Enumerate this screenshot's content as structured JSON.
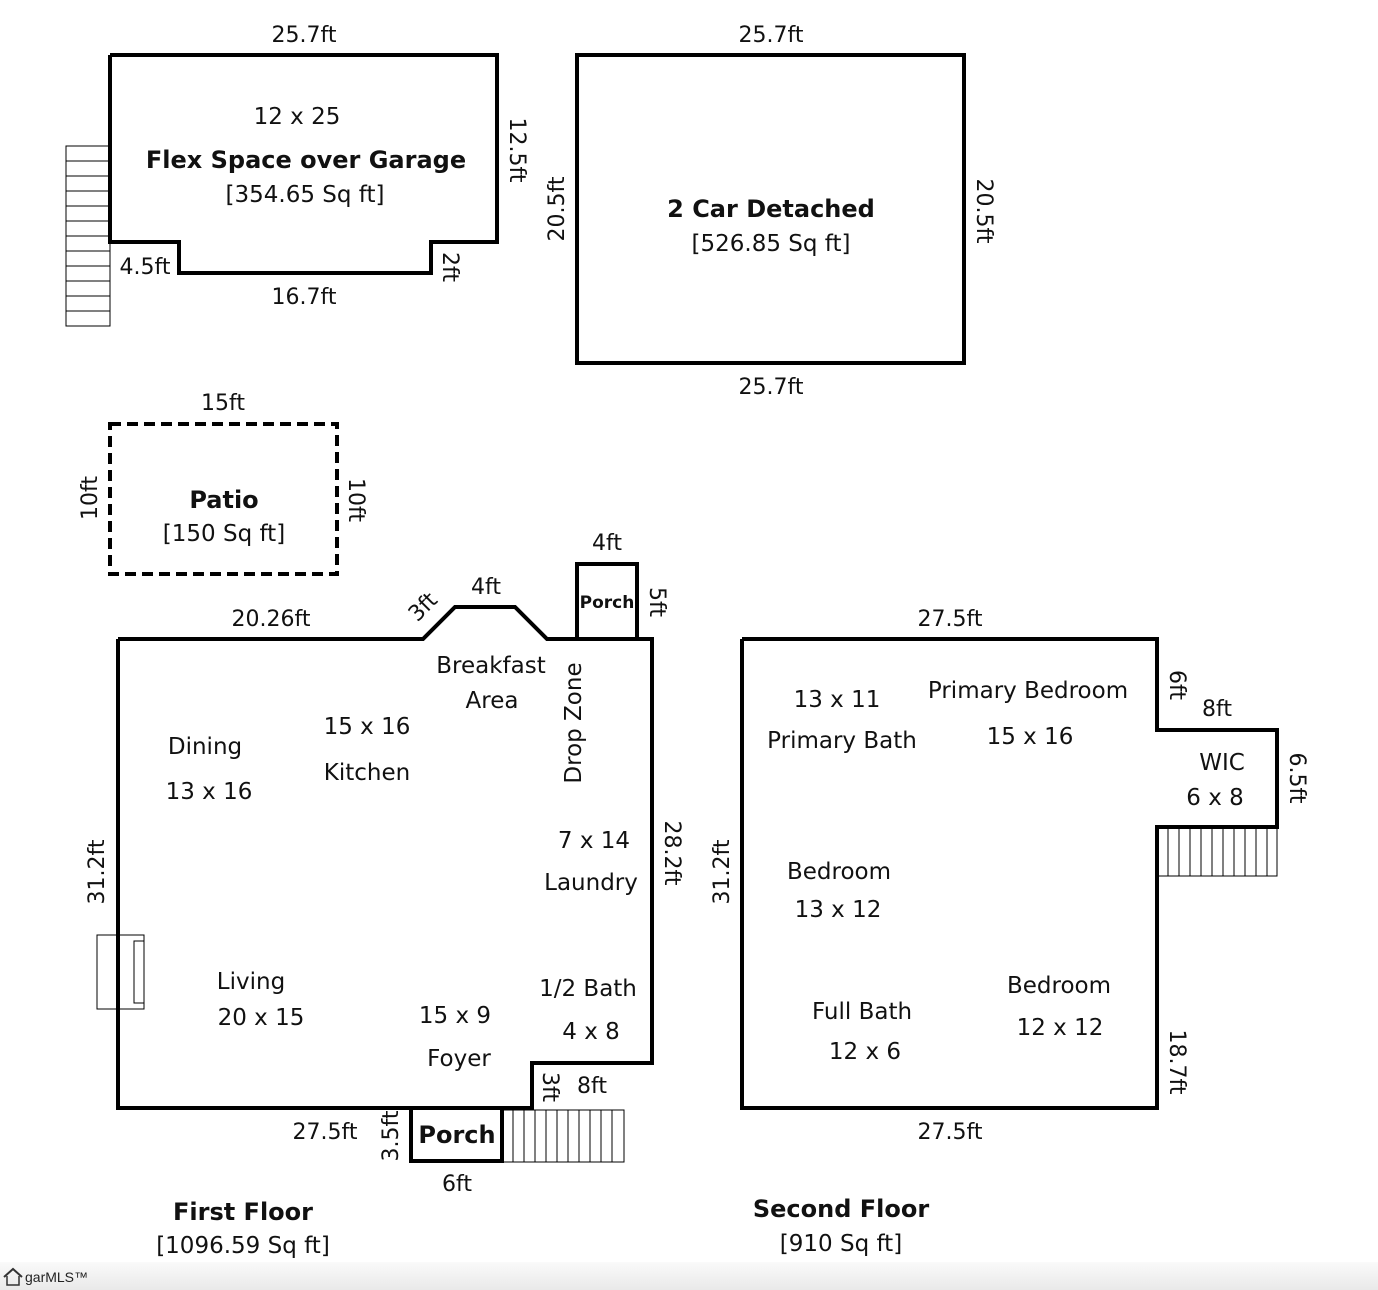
{
  "flex": {
    "top": "25.7ft",
    "right": "12.5ft",
    "notch_left": "4.5ft",
    "notch_bottom": "16.7ft",
    "notch_right": "2ft",
    "size": "12 x 25",
    "name": "Flex Space over Garage",
    "area": "[354.65 Sq ft]"
  },
  "garage": {
    "top": "25.7ft",
    "bottom": "25.7ft",
    "left": "20.5ft",
    "right": "20.5ft",
    "name": "2 Car Detached",
    "area": "[526.85 Sq ft]"
  },
  "patio": {
    "top": "15ft",
    "left": "10ft",
    "right": "10ft",
    "name": "Patio",
    "area": "[150 Sq ft]"
  },
  "first_floor": {
    "top": "20.26ft",
    "bay_side": "3ft",
    "bay_top": "4ft",
    "porch_top_width": "4ft",
    "porch_top_depth": "5ft",
    "porch_top_label": "Porch",
    "left": "31.2ft",
    "right": "28.2ft",
    "bottom": "27.5ft",
    "notch_depth": "3ft",
    "notch_width": "8ft",
    "porch_front_depth": "3.5ft",
    "porch_front_width": "6ft",
    "porch_front_label": "Porch",
    "title": "First Floor",
    "area": "[1096.59 Sq ft]",
    "rooms": {
      "breakfast_1": "Breakfast",
      "breakfast_2": "Area",
      "drop_zone": "Drop Zone",
      "dining_name": "Dining",
      "dining_size": "13 x 16",
      "kitchen_size": "15 x 16",
      "kitchen_name": "Kitchen",
      "laundry_size": "7 x 14",
      "laundry_name": "Laundry",
      "living_name": "Living",
      "living_size": "20 x 15",
      "foyer_size": "15 x 9",
      "foyer_name": "Foyer",
      "halfbath_name": "1/2 Bath",
      "halfbath_size": "4 x 8"
    }
  },
  "second_floor": {
    "top": "27.5ft",
    "notch_depth": "6ft",
    "notch_width": "8ft",
    "wic_side": "6.5ft",
    "left": "31.2ft",
    "right": "18.7ft",
    "bottom": "27.5ft",
    "title": "Second Floor",
    "area": "[910 Sq ft]",
    "rooms": {
      "pbath_size": "13 x 11",
      "pbath_name": "Primary Bath",
      "pbed_name": "Primary Bedroom",
      "pbed_size": "15 x 16",
      "wic_name": "WIC",
      "wic_size": "6 x 8",
      "bed1_name": "Bedroom",
      "bed1_size": "13 x 12",
      "fullbath_name": "Full Bath",
      "fullbath_size": "12 x 6",
      "bed2_name": "Bedroom",
      "bed2_size": "12 x 12"
    }
  },
  "logo": {
    "text": "garMLS™",
    "icon": "house-icon"
  }
}
